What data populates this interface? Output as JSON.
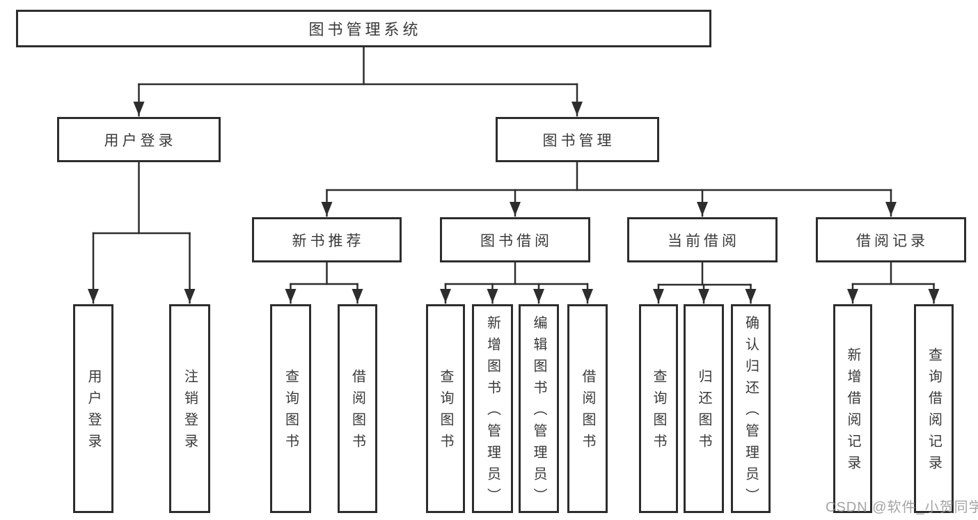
{
  "tree": {
    "root": {
      "label": "图书管理系统",
      "children": [
        {
          "label": "用户登录",
          "children": [
            {
              "label": "用户登录"
            },
            {
              "label": "注销登录"
            }
          ]
        },
        {
          "label": "图书管理",
          "children": [
            {
              "label": "新书推荐",
              "children": [
                {
                  "label": "查询图书"
                },
                {
                  "label": "借阅图书"
                }
              ]
            },
            {
              "label": "图书借阅",
              "children": [
                {
                  "label": "查询图书"
                },
                {
                  "label": "新增图书（管理员）"
                },
                {
                  "label": "编辑图书（管理员）"
                },
                {
                  "label": "借阅图书"
                }
              ]
            },
            {
              "label": "当前借阅",
              "children": [
                {
                  "label": "查询图书"
                },
                {
                  "label": "归还图书"
                },
                {
                  "label": "确认归还（管理员）"
                }
              ]
            },
            {
              "label": "借阅记录",
              "children": [
                {
                  "label": "新增借阅记录"
                },
                {
                  "label": "查询借阅记录"
                }
              ]
            }
          ]
        }
      ]
    }
  },
  "watermark": "CSDN @软件_小贺同学",
  "colors": {
    "line": "#2d2d2d",
    "box_border": "#2d2d2d",
    "text": "#3a3a3a",
    "watermark": "#949494",
    "background": "#ffffff"
  }
}
